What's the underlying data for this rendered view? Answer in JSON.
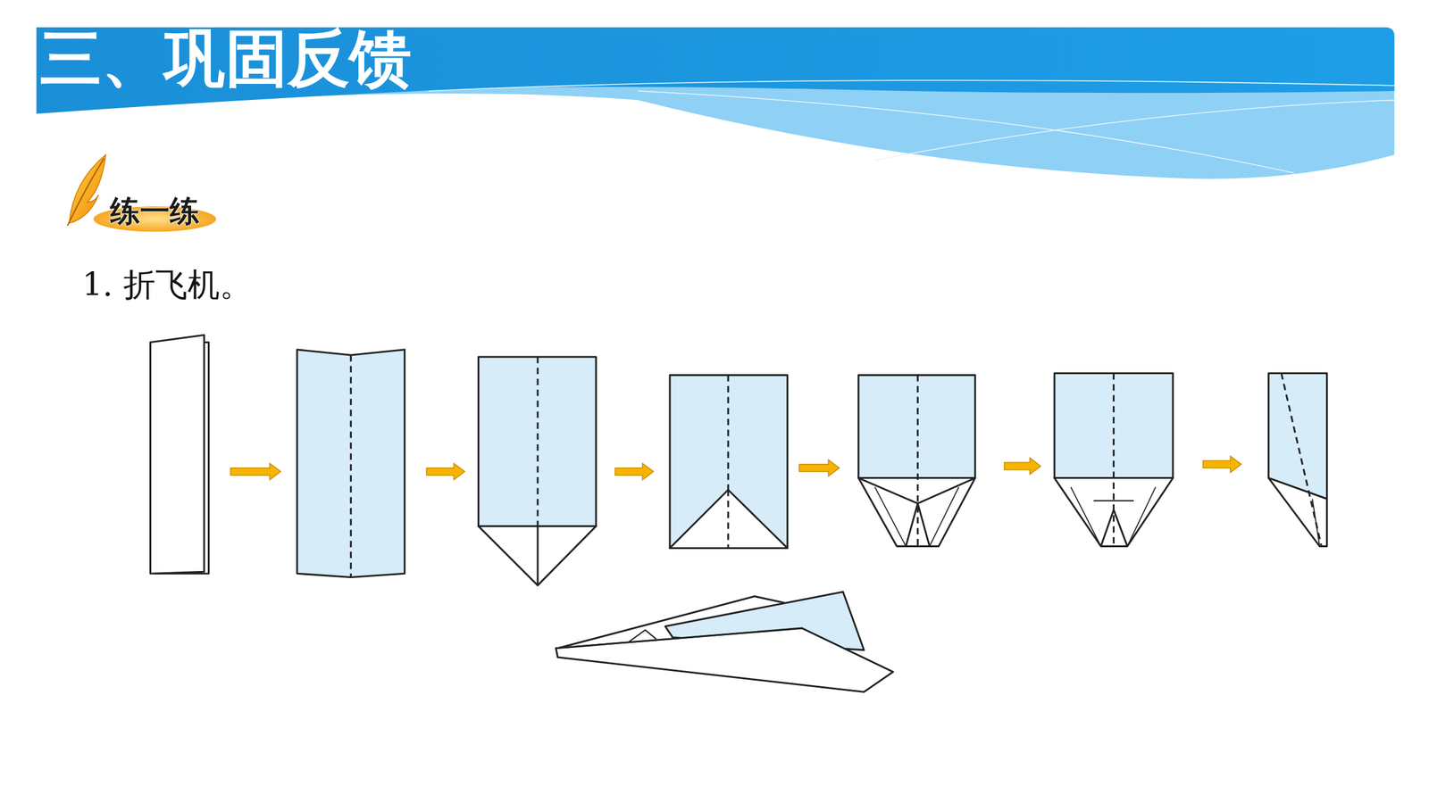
{
  "diagram": {
    "title": "三、巩固反馈",
    "nodes": [
      {
        "text": [
          "练一练"
        ]
      }
    ],
    "labels": [
      "1. 折飞机。"
    ]
  }
}
